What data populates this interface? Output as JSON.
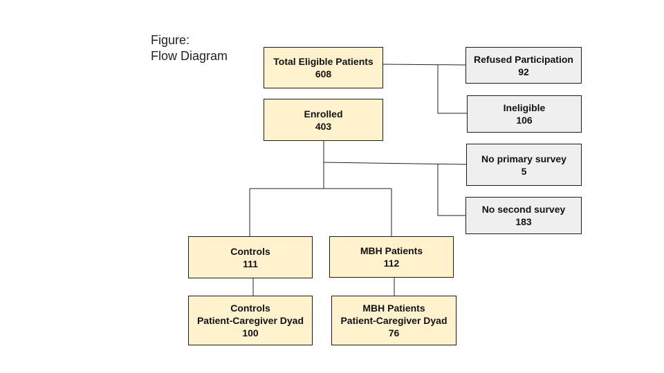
{
  "figure": {
    "title_line1": "Figure:",
    "title_line2": "Flow Diagram"
  },
  "colors": {
    "main_box_fill": "#fff2cc",
    "exclusion_box_fill": "#efefef",
    "border": "#1a1a1a",
    "connector": "#222222"
  },
  "nodes": {
    "total_eligible": {
      "label": "Total Eligible Patients",
      "count": "608"
    },
    "enrolled": {
      "label": "Enrolled",
      "count": "403"
    },
    "refused": {
      "label": "Refused Participation",
      "count": "92"
    },
    "ineligible": {
      "label": "Ineligible",
      "count": "106"
    },
    "no_primary_survey": {
      "label": "No primary survey",
      "count": "5"
    },
    "no_second_survey": {
      "label": "No second survey",
      "count": "183"
    },
    "controls": {
      "label": "Controls",
      "count": "111"
    },
    "mbh_patients": {
      "label": "MBH Patients",
      "count": "112"
    },
    "controls_dyad": {
      "label": "Controls",
      "sublabel": "Patient-Caregiver Dyad",
      "count": "100"
    },
    "mbh_dyad": {
      "label": "MBH Patients",
      "sublabel": "Patient-Caregiver Dyad",
      "count": "76"
    }
  }
}
